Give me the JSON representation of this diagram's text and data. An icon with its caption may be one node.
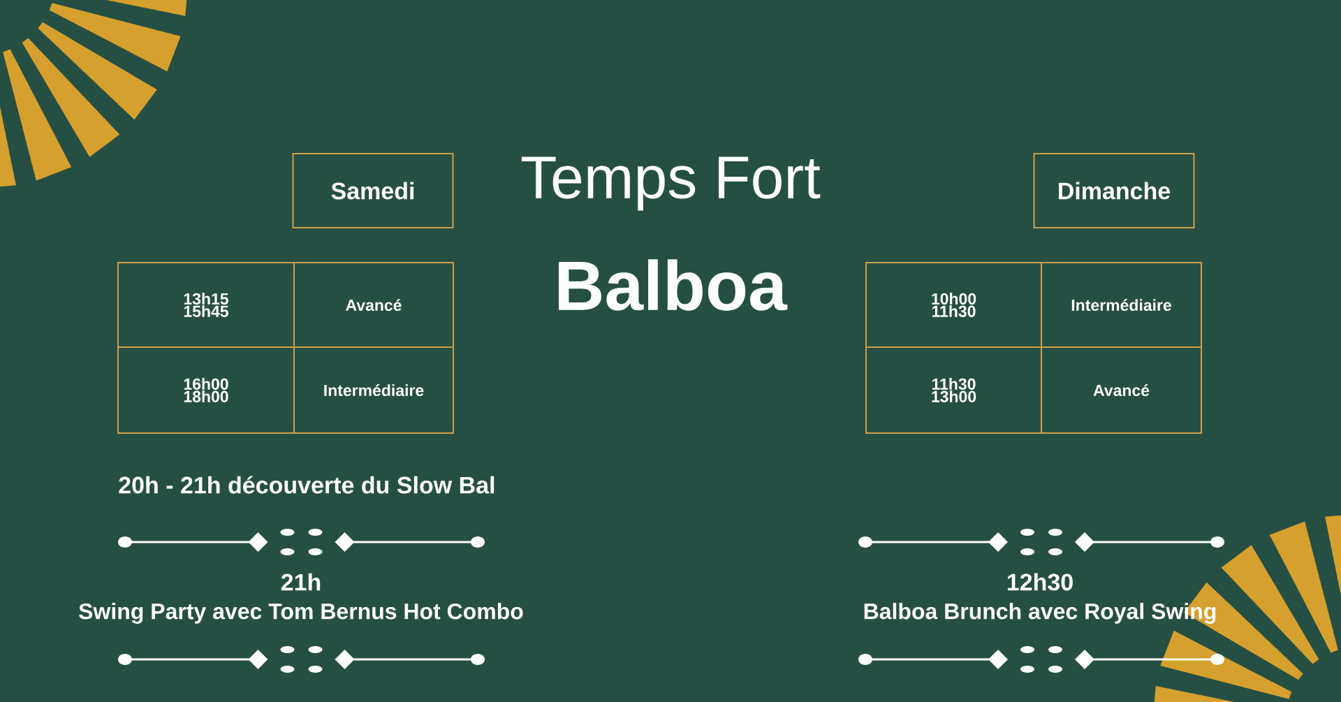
{
  "diagram": {
    "nodes": [
      {
        "text": [
          "Samedi"
        ]
      },
      {
        "text": [
          "Dimanche"
        ]
      }
    ],
    "labels": [
      "Temps Fort",
      "Balboa",
      "13h15 15h45",
      "Avancé",
      "16h00 18h00",
      "Intermédiaire",
      "10h00 11h30",
      "Intermédiaire",
      "11h30 13h00",
      "Avancé",
      "20h - 21h découverte du Slow Bal",
      "21h",
      "Swing Party avec Tom Bernus Hot Combo",
      "12h30",
      "Balboa Brunch avec Royal Swing"
    ]
  }
}
